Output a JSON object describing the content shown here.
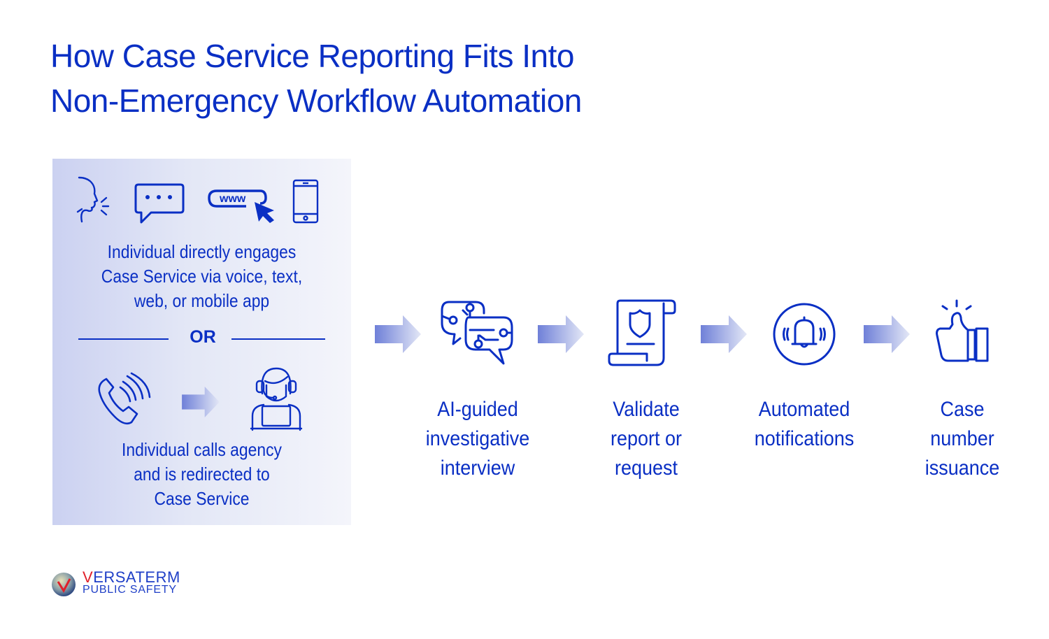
{
  "title": {
    "line1": "How Case Service Reporting Fits Into",
    "line2": "Non-Emergency Workflow Automation"
  },
  "colors": {
    "primary": "#0a2fc4",
    "panel_gradient_start": "#cbd1f1",
    "panel_gradient_end": "#f4f5fb",
    "logo_accent": "#e0202a"
  },
  "intake_panel": {
    "channel_icons": [
      "voice-speaking-icon",
      "chat-bubble-icon",
      "web-browser-icon",
      "mobile-phone-icon"
    ],
    "direct_text": {
      "line1": "Individual directly engages",
      "line2": "Case Service via voice, text,",
      "line3": "web, or mobile app"
    },
    "divider_label": "OR",
    "redirect_icons": [
      "phone-ringing-icon",
      "arrow-icon",
      "call-agent-icon"
    ],
    "redirect_text": {
      "line1": "Individual calls agency",
      "line2": "and is redirected to",
      "line3": "Case Service"
    }
  },
  "steps": [
    {
      "icon": "ai-chat-bubbles-icon",
      "lines": [
        "AI-guided",
        "investigative",
        "interview"
      ]
    },
    {
      "icon": "shield-document-icon",
      "lines": [
        "Validate",
        "report or",
        "request"
      ]
    },
    {
      "icon": "bell-notification-icon",
      "lines": [
        "Automated",
        "notifications"
      ]
    },
    {
      "icon": "thumbs-up-icon",
      "lines": [
        "Case",
        "number",
        "issuance"
      ]
    }
  ],
  "logo": {
    "initial": "V",
    "name_rest": "ERSATERM",
    "subtitle": "PUBLIC SAFETY"
  }
}
